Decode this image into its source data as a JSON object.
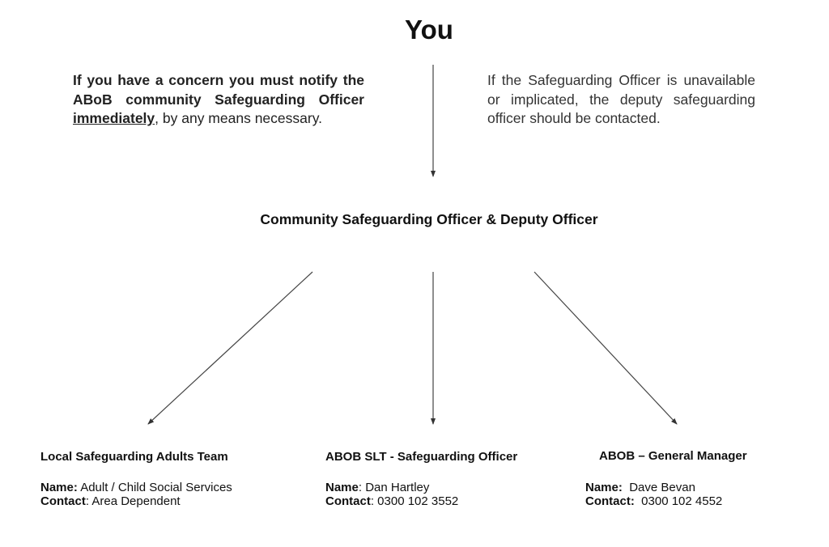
{
  "title": "You",
  "left_note": {
    "bold_part": "If you have a concern you must notify the ABoB community Safeguarding Officer",
    "underlined": "immediately",
    "rest": ", by any means necessary."
  },
  "right_note": "If the Safeguarding Officer is unavailable or implicated, the deputy safeguarding officer should be contacted.",
  "middle_heading": "Community Safeguarding Officer & Deputy Officer",
  "contacts": [
    {
      "heading": "Local Safeguarding Adults Team",
      "name_label": "Name:",
      "name": " Adult / Child Social Services",
      "contact_label": "Contact",
      "contact": ": Area Dependent"
    },
    {
      "heading": "ABOB SLT - Safeguarding Officer",
      "name_label": "Name",
      "name": ": Dan Hartley",
      "contact_label": "Contact",
      "contact": ": 0300 102 3552"
    },
    {
      "heading": "ABOB – General Manager",
      "name_label": "Name:",
      "name": "  Dave Bevan",
      "contact_label": "Contact:",
      "contact": "  0300 102 4552"
    }
  ]
}
